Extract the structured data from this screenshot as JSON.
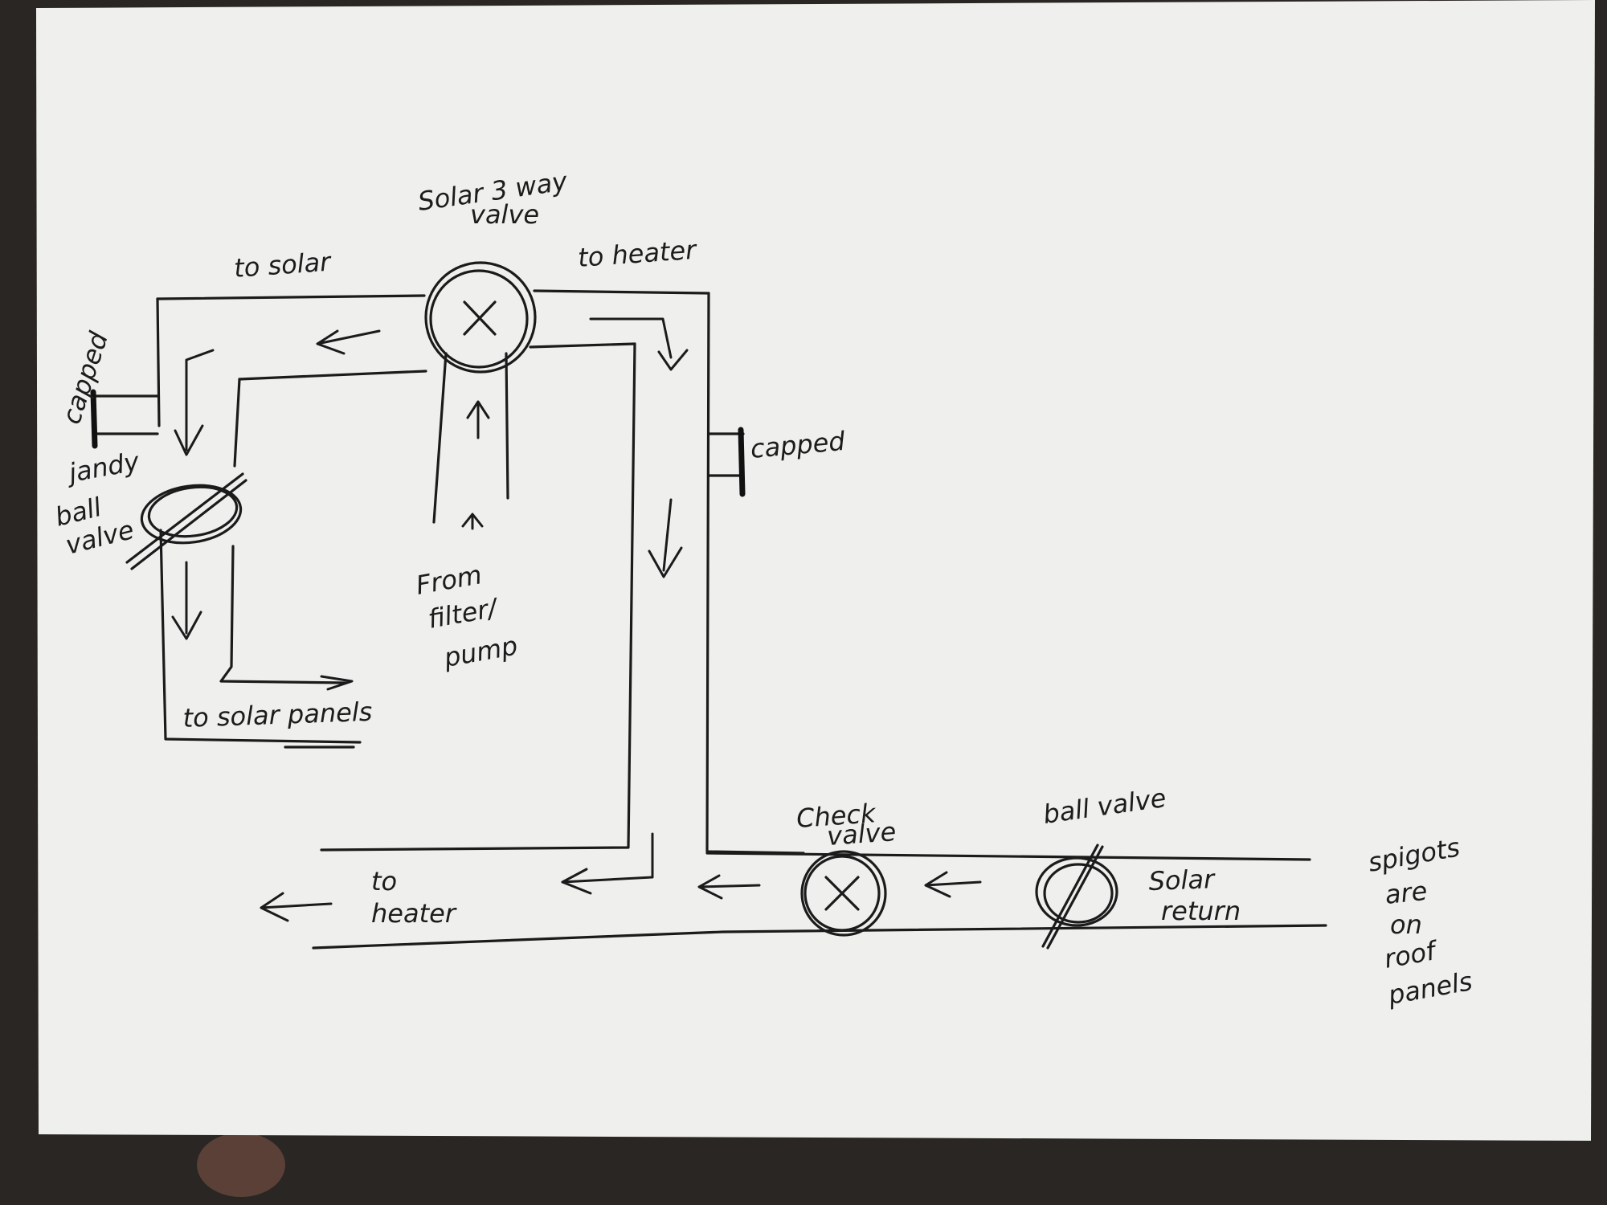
{
  "labels": {
    "solar_3way_line1": "Solar 3 way",
    "solar_3way_line2": "valve",
    "to_solar_top": "to solar",
    "to_heater_top": "to heater",
    "capped_left": "capped",
    "capped_right": "capped",
    "jandy_line1": "jandy",
    "jandy_line2": "ball",
    "jandy_line3": "valve",
    "from_line1": "From",
    "from_line2": "filter/",
    "from_line3": "pump",
    "to_solar_panels": "to solar panels",
    "check_line1": "Check",
    "check_line2": "valve",
    "ball_valve": "ball valve",
    "to_heater_bottom_line1": "to",
    "to_heater_bottom_line2": "heater",
    "solar_return_line1": "Solar",
    "solar_return_line2": "return",
    "spigots_line1": "spigots",
    "spigots_line2": "are",
    "spigots_line3": "on",
    "spigots_line4": "roof",
    "spigots_line5": "panels"
  },
  "colors": {
    "paper": "#efefed",
    "ink": "#1b1b1b",
    "background": "#2a2624"
  },
  "icons": [
    "three-way-valve-icon",
    "ball-valve-icon",
    "check-valve-icon",
    "cap-icon",
    "flow-arrow-icon"
  ]
}
